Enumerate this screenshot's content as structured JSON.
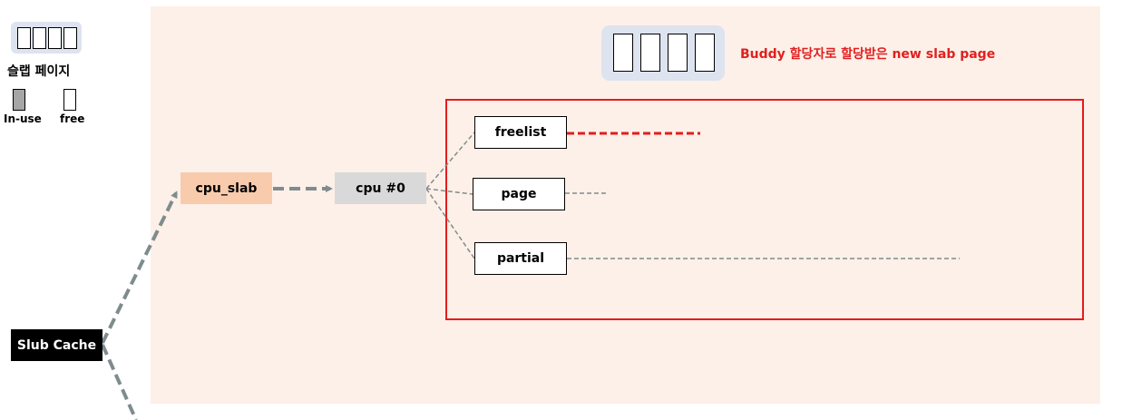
{
  "legend": {
    "title": "슬랩 페이지",
    "inuse_label": "In-use",
    "free_label": "free"
  },
  "diagram": {
    "new_page_caption": "Buddy 할당자로 할당받은 new slab page",
    "nodes": {
      "slub_cache": "Slub Cache",
      "cpu_slab": "cpu_slab",
      "cpu0": "cpu #0",
      "freelist": "freelist",
      "page": "page",
      "partial": "partial"
    }
  },
  "colors": {
    "panel_bg": "#fdf0e8",
    "highlight_red": "#e51c1c",
    "cpu_slab_fill": "#f8cbad",
    "cpu_fill": "#d9d9d9",
    "page_bg": "#dde3ef",
    "connector_gray": "#7f8c8d",
    "inuse_fill": "#a6a6a6"
  }
}
